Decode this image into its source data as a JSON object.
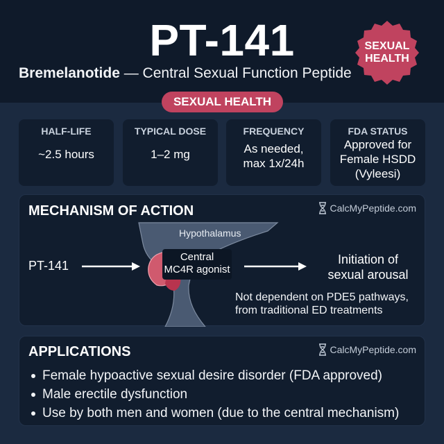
{
  "header": {
    "title": "PT-141",
    "subtitle_bold": "Bremelanotide",
    "subtitle_rest": " — Central Sexual Function Peptide",
    "seal_line1": "SEXUAL",
    "seal_line2": "HEALTH"
  },
  "category_pill": "SEXUAL HEALTH",
  "stats": [
    {
      "label": "HALF-LIFE",
      "value_lines": [
        "~2.5 hours"
      ]
    },
    {
      "label": "TYPICAL DOSE",
      "value_lines": [
        "1–2 mg"
      ]
    },
    {
      "label": "FREQUENCY",
      "value_lines": [
        "As needed,",
        "max 1x/24h"
      ]
    },
    {
      "label": "FDA STATUS",
      "value_lines": [
        "Approved for",
        "Female HSDD",
        "(Vyleesi)"
      ]
    }
  ],
  "mechanism": {
    "title": "MECHANISM OF ACTION",
    "brand": "CalcMyPeptide.com",
    "input_label": "PT-141",
    "region_label": "Hypothalamus",
    "receptor_line1": "Central",
    "receptor_line2": "MC4R agonist",
    "outcome_line1": "Initiation of",
    "outcome_line2": "sexual arousal",
    "note_line1": "Not dependent on PDE5 pathways,",
    "note_line2": "from traditional ED treatments"
  },
  "applications": {
    "title": "APPLICATIONS",
    "brand": "CalcMyPeptide.com",
    "items": [
      "Female hypoactive sexual desire disorder (FDA approved)",
      "Male erectile dysfunction",
      "Use by both men and women (due to the central mechanism)"
    ]
  },
  "colors": {
    "background": "#1b2a40",
    "header_bg": "#0f1a2a",
    "card_bg": "#111d2e",
    "accent": "#c0435f"
  },
  "icons": {
    "brand_icon": "dna-hourglass-icon",
    "arrow": "arrow-right-icon"
  }
}
